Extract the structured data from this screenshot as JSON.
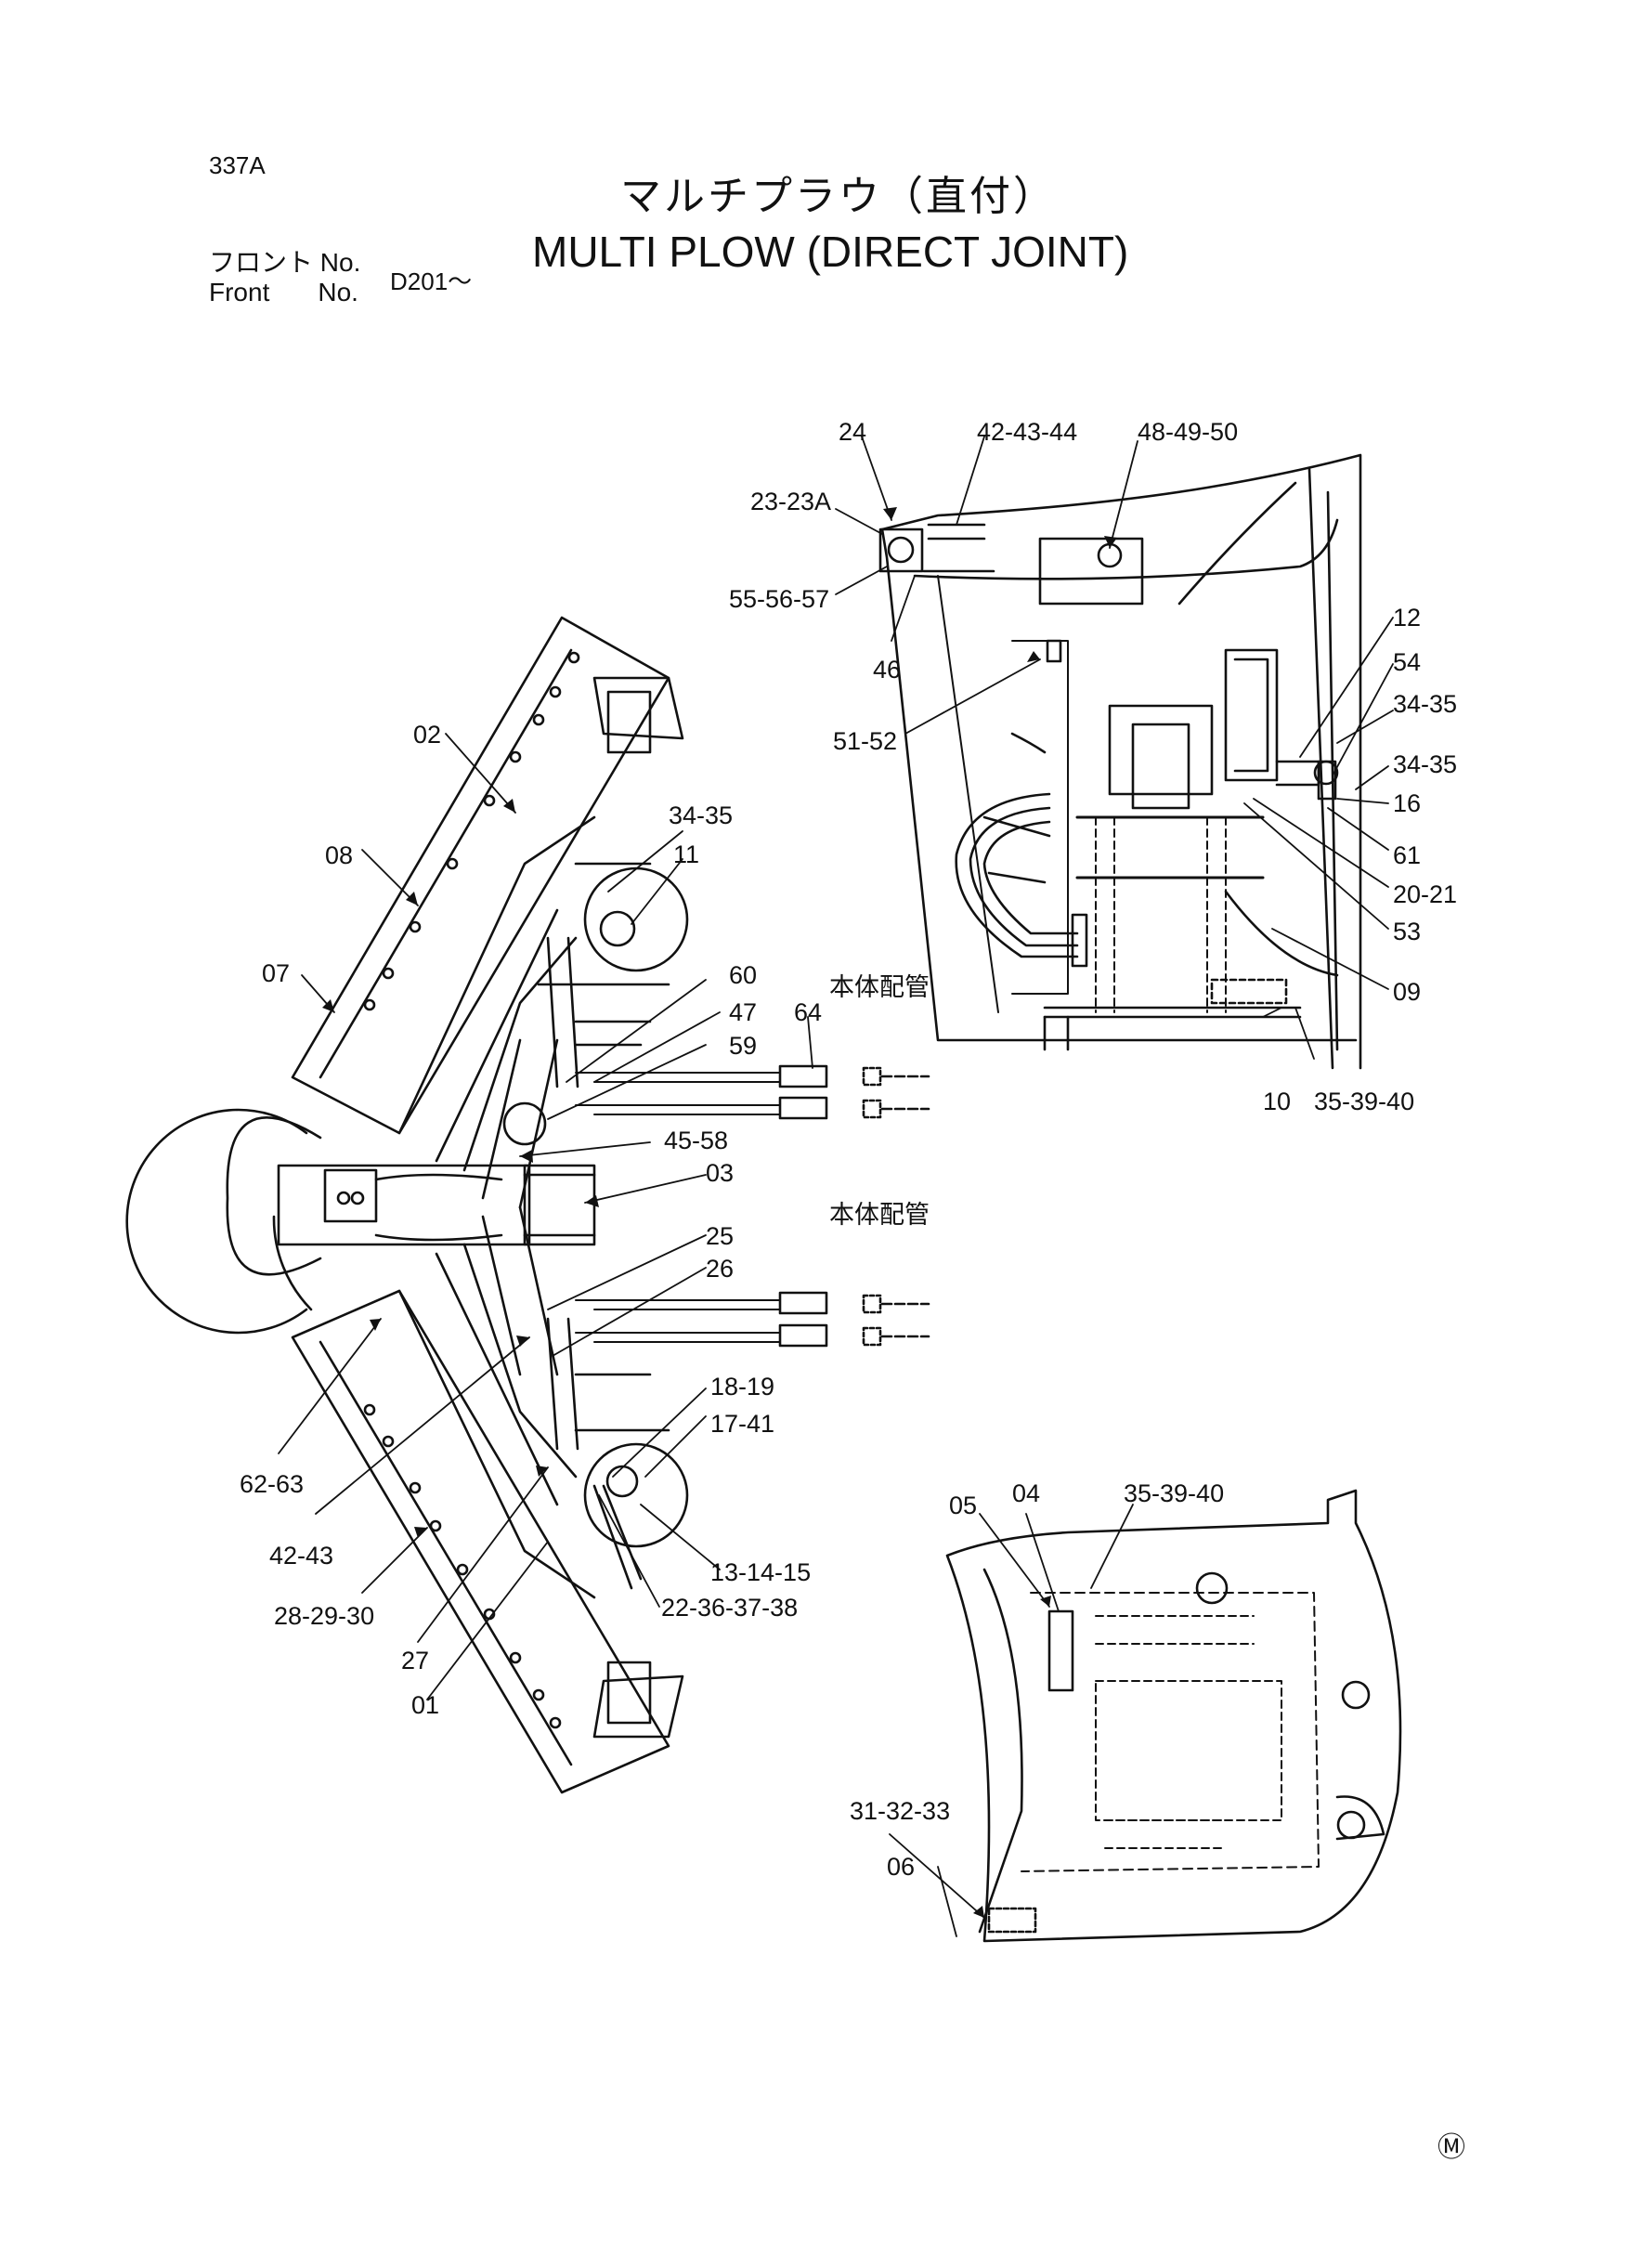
{
  "page_code": "337A",
  "title_jp": "マルチプラウ（直付）",
  "title_en": "MULTI PLOW (DIRECT JOINT)",
  "front_no": {
    "jp": "フロント No.",
    "en": "Front No.",
    "en_word": "Front",
    "no": "No.",
    "serial": "D201～"
  },
  "labels": [
    "24",
    "42-43-44",
    "48-49-50",
    "23-23A",
    "55-56-57",
    "46",
    "51-52",
    "12",
    "54",
    "34-35",
    "34-35",
    "16",
    "61",
    "20-21",
    "53",
    "09",
    "10",
    "35-39-40",
    "02",
    "34-35",
    "11",
    "08",
    "07",
    "60",
    "47",
    "64",
    "59",
    "45-58",
    "03",
    "25",
    "26",
    "18-19",
    "17-41",
    "62-63",
    "42-43",
    "13-14-15",
    "22-36-37-38",
    "28-29-30",
    "27",
    "01",
    "05",
    "04",
    "35-39-40",
    "31-32-33",
    "06"
  ],
  "piping_label": "本体配管",
  "piping_label_2": "本体配管",
  "corner_mark": "Ⓜ"
}
